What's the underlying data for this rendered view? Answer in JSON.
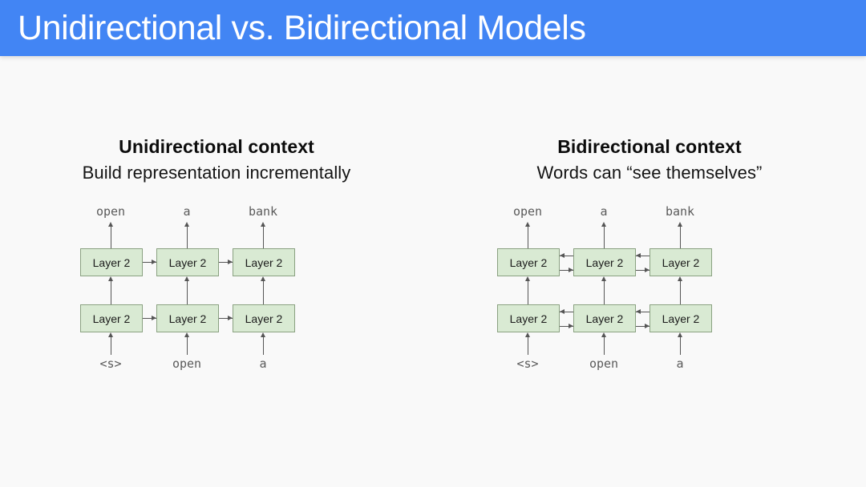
{
  "slide": {
    "title": "Unidirectional vs. Bidirectional Models",
    "title_bar_color": "#4285f4",
    "title_text_color": "#ffffff",
    "background_color": "#f9f9f9"
  },
  "panels": [
    {
      "id": "unidirectional",
      "heading": "Unidirectional context",
      "subheading": "Build representation incrementally",
      "diagram": {
        "node_label": "Layer 2",
        "node_fill": "#d9ead3",
        "node_border": "#8aa181",
        "rows": 2,
        "columns": 3,
        "outputs": [
          "open",
          "a",
          "bank"
        ],
        "inputs": [
          "<s>",
          "open",
          "a"
        ],
        "horizontal_flow": "left-to-right",
        "arrows": [
          "forward"
        ]
      }
    },
    {
      "id": "bidirectional",
      "heading": "Bidirectional context",
      "subheading": "Words can “see themselves”",
      "diagram": {
        "node_label": "Layer 2",
        "node_fill": "#d9ead3",
        "node_border": "#8aa181",
        "rows": 2,
        "columns": 3,
        "outputs": [
          "open",
          "a",
          "bank"
        ],
        "inputs": [
          "<s>",
          "open",
          "a"
        ],
        "horizontal_flow": "bidirectional",
        "arrows": [
          "backward",
          "forward"
        ]
      }
    }
  ]
}
